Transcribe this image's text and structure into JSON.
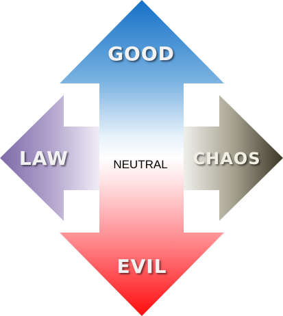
{
  "diagram": {
    "labels": {
      "top": "GOOD",
      "bottom": "EVIL",
      "left": "LAW",
      "right": "CHAOS",
      "center": "NEUTRAL"
    },
    "colors": {
      "good": "#1c74c8",
      "evil": "#ff1a1a",
      "law": "#8e7bb3",
      "chaos": "#4a4532",
      "neutral": "#ffffff",
      "label_fill": "#f2f2f2",
      "center_text": "#000000"
    }
  }
}
